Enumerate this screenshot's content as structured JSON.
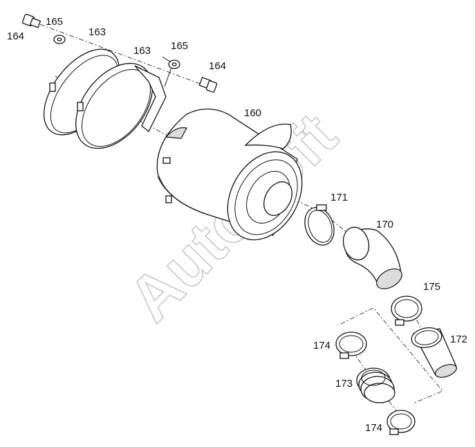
{
  "watermark": "Autosoft",
  "labels": {
    "p164_top": "164",
    "p165_top": "165",
    "p163_left": "163",
    "p163_right": "163",
    "p165_right": "165",
    "p164_right": "164",
    "p160": "160",
    "p171": "171",
    "p170": "170",
    "p175": "175",
    "p172": "172",
    "p174_upper": "174",
    "p173": "173",
    "p174_lower": "174"
  }
}
